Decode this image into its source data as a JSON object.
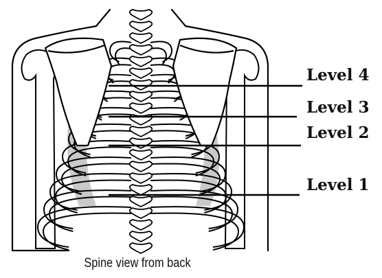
{
  "labels": {
    "level4": "Level 4",
    "level3": "Level 3",
    "level2": "Level 2",
    "level1": "Level 1"
  },
  "caption": "Spine view from back",
  "colors": {
    "line": "#000000",
    "bone_fill": "#ffffff",
    "shadow": "#c8c8c8",
    "text": "#111111"
  }
}
